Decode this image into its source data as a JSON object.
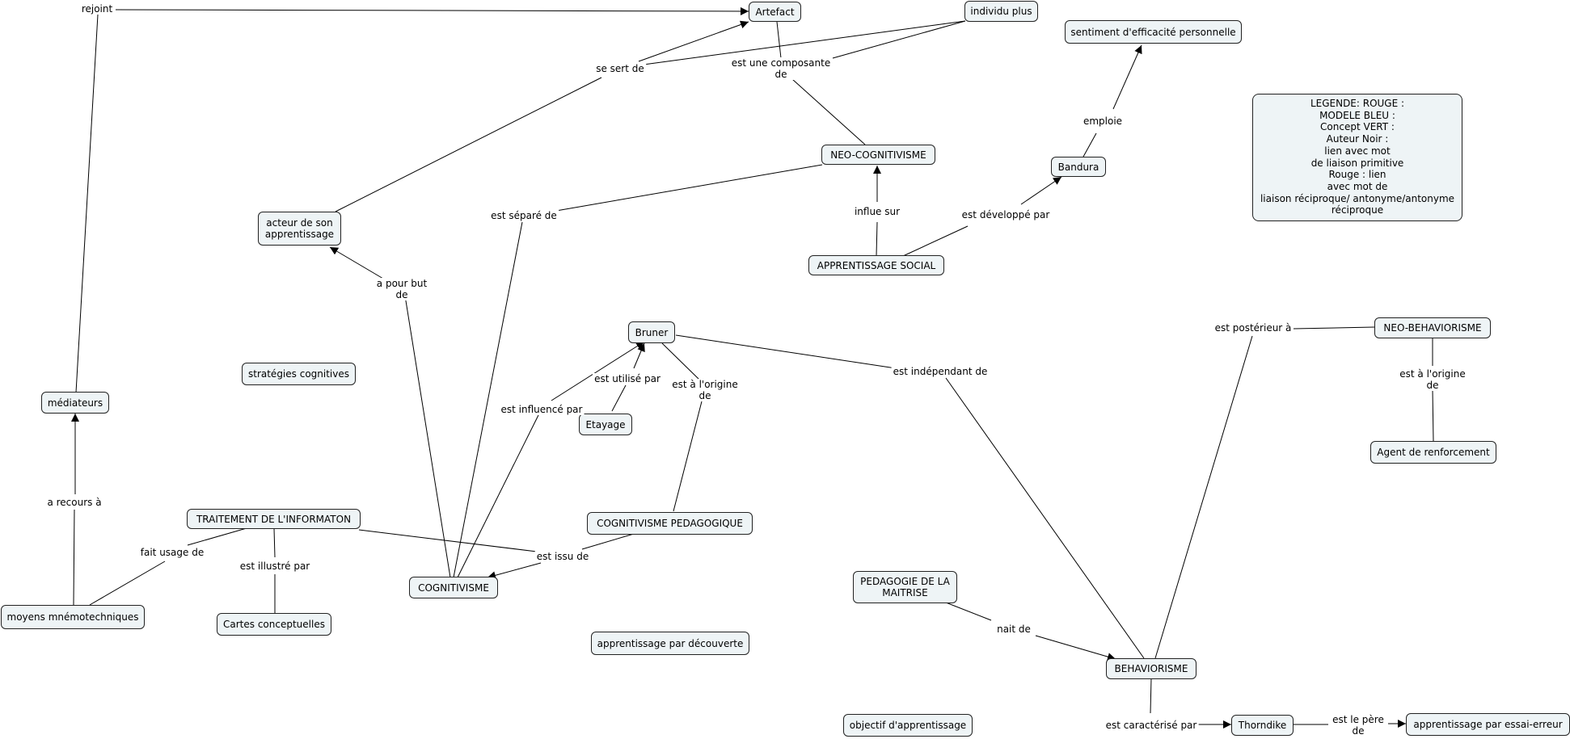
{
  "concepts": {
    "artefact": "Artefact",
    "individu_plus": "individu plus",
    "sentiment": "sentiment d'efficacité personnelle",
    "neo_cognitivisme": "NEO-COGNITIVISME",
    "bandura": "Bandura",
    "acteur": "acteur de son\napprentissage",
    "apprentissage_social": "APPRENTISSAGE SOCIAL",
    "bruner": "Bruner",
    "neo_behaviorisme": "NEO-BEHAVIORISME",
    "strategies": "stratégies cognitives",
    "mediateurs": "médiateurs",
    "etayage": "Etayage",
    "agent": "Agent de renforcement",
    "traitement": "TRAITEMENT DE L'INFORMATON",
    "cognitivisme_pedagogique": "COGNITIVISME PEDAGOGIQUE",
    "cognitivisme": "COGNITIVISME",
    "pedagogie_maitrise": "PEDAGOGIE DE LA\nMAITRISE",
    "moyens": "moyens mnémotechniques",
    "cartes": "Cartes conceptuelles",
    "decouverte": "apprentissage par découverte",
    "behaviorisme": "BEHAVIORISME",
    "objectif": "objectif d'apprentissage",
    "thorndike": "Thorndike",
    "essai_erreur": "apprentissage par essai-erreur"
  },
  "links": {
    "rejoint": "rejoint",
    "se_sert_de": "se sert de",
    "est_une_composante": "est une composante\nde",
    "emploie": "emploie",
    "est_separe_de": "est séparé de",
    "influe_sur": "influe sur",
    "est_developpe_par": "est développé par",
    "a_pour_but": "a pour but\nde",
    "est_posterieur": "est postérieur à",
    "est_utilise_par": "est utilisé par",
    "est_a_lorigine_bruner": "est à l'origine\nde",
    "est_independant": "est indépendant de",
    "est_a_lorigine_neo": "est à l'origine\nde",
    "est_influence_par": "est influencé par",
    "a_recours": "a recours à",
    "fait_usage": "fait usage de",
    "est_illustre": "est illustré par",
    "est_issu_de": "est issu de",
    "nait_de": "nait de",
    "est_caracterise": "est caractérisé par",
    "est_le_pere": "est le père\nde"
  },
  "legend": {
    "text": "LEGENDE: ROUGE :\nMODELE BLEU :\nConcept VERT :\nAuteur Noir :\nlien avec mot\nde liaison primitive\nRouge : lien\navec mot de\nliaison réciproque/ antonyme/antonyme\nréciproque"
  }
}
